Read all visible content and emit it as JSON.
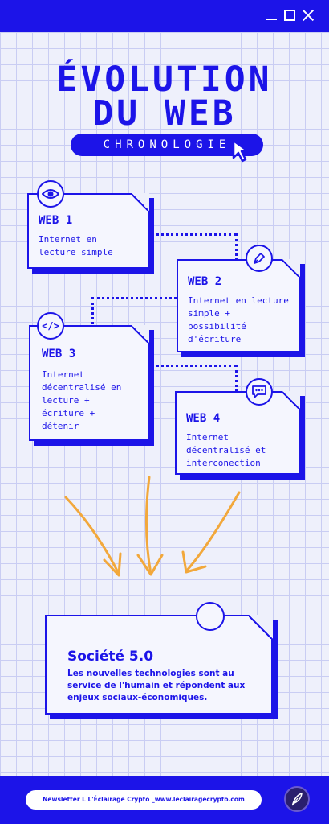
{
  "window": {
    "controls": [
      "minimize-icon",
      "maximize-icon",
      "close-icon"
    ]
  },
  "title": {
    "line1": "ÉVOLUTION",
    "line2": "DU WEB",
    "subtitle": "CHRONOLOGIE"
  },
  "cards": [
    {
      "title": "WEB 1",
      "body": "Internet en\nlecture simple",
      "icon": "eye-icon"
    },
    {
      "title": "WEB 2",
      "body": "Internet en lecture\nsimple +\npossibilité\nd'écriture",
      "icon": "pen-icon"
    },
    {
      "title": "WEB 3",
      "body": "Internet\ndécentralisé en\nlecture +\nécriture +\ndétenir",
      "icon": "code-icon",
      "icon_glyph": "</>"
    },
    {
      "title": "WEB 4",
      "body": "Internet\ndécentralisé et\ninterconection",
      "icon": "chat-icon"
    }
  ],
  "final": {
    "title": "Société 5.0",
    "body": "Les nouvelles technologies sont au service de l'humain et répondent aux enjeux sociaux-économiques."
  },
  "footer": {
    "newsletter": "Newsletter L L'Éclairage Crypto _www.leclairagecrypto.com",
    "logo_icon": "feather-icon"
  },
  "colors": {
    "primary": "#1c14e8",
    "background": "#eef0fb",
    "arrows": "#f2a83b"
  }
}
